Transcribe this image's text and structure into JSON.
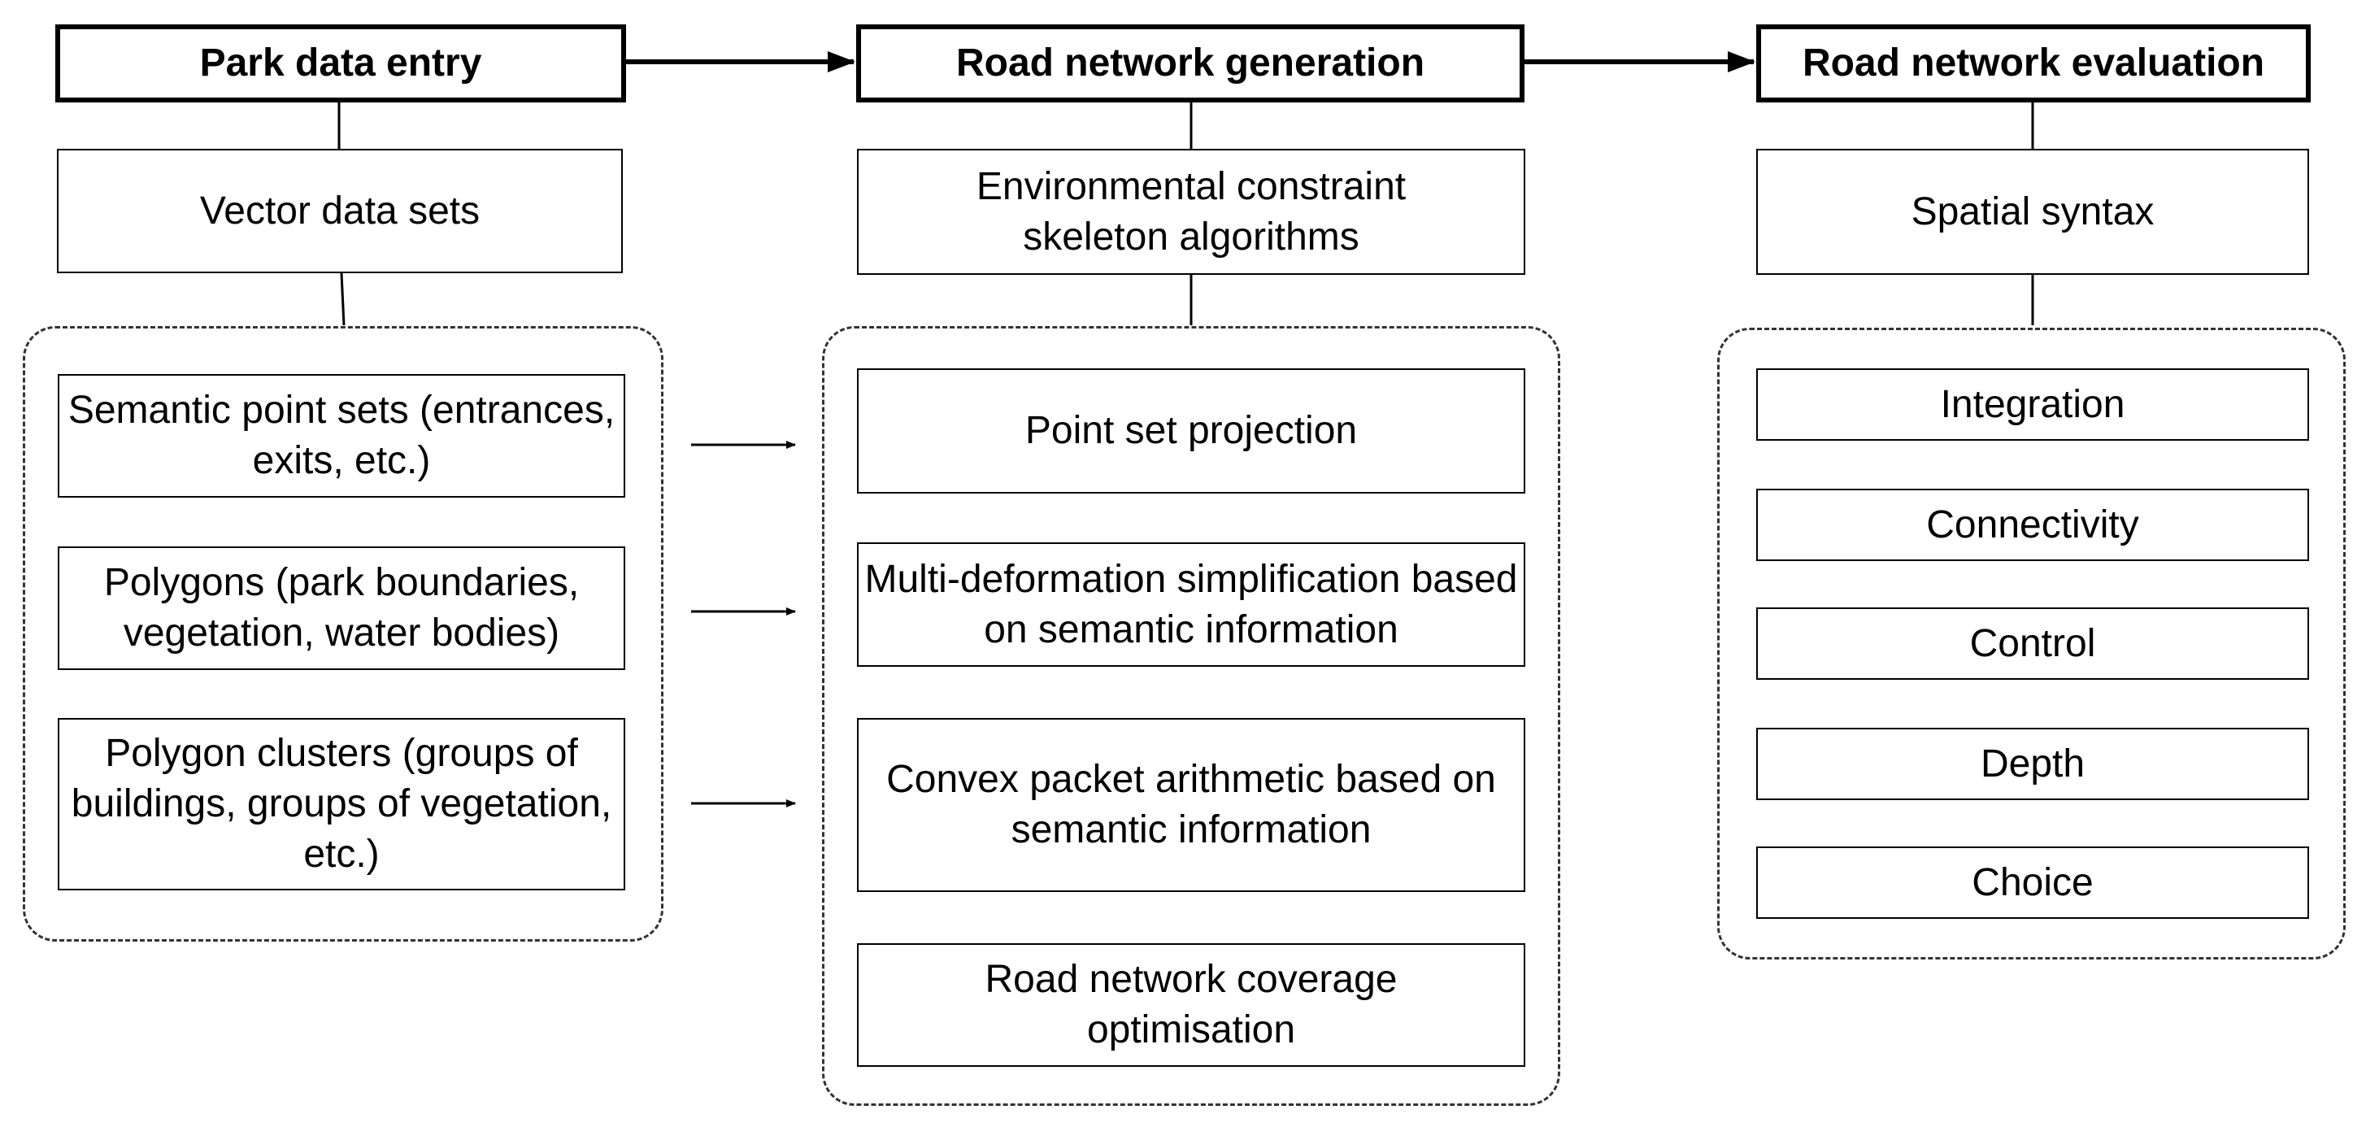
{
  "columns": [
    {
      "header": "Park data entry",
      "method": "Vector data sets",
      "items": [
        "Semantic point sets (entrances, exits, etc.)",
        "Polygons (park boundaries, vegetation, water bodies)",
        "Polygon clusters (groups of buildings, groups of vegetation, etc.)"
      ]
    },
    {
      "header": "Road network generation",
      "method": "Environmental constraint skeleton algorithms",
      "items": [
        "Point set projection",
        "Multi-deformation simplification based on semantic information",
        "Convex packet arithmetic based on semantic information",
        "Road network coverage optimisation"
      ]
    },
    {
      "header": "Road network evaluation",
      "method": "Spatial syntax",
      "items": [
        "Integration",
        "Connectivity",
        "Control",
        "Depth",
        "Choice"
      ]
    }
  ]
}
